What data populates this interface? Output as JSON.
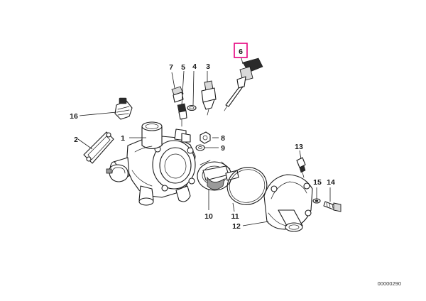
{
  "highlight_color": "#e6007e",
  "callouts": {
    "c1": "1",
    "c2": "2",
    "c3": "3",
    "c4": "4",
    "c5": "5",
    "c6": "6",
    "c7": "7",
    "c8": "8",
    "c9": "9",
    "c10": "10",
    "c11": "11",
    "c12": "12",
    "c13": "13",
    "c14": "14",
    "c15": "15",
    "c16": "16"
  },
  "diagram_id": "00000290"
}
